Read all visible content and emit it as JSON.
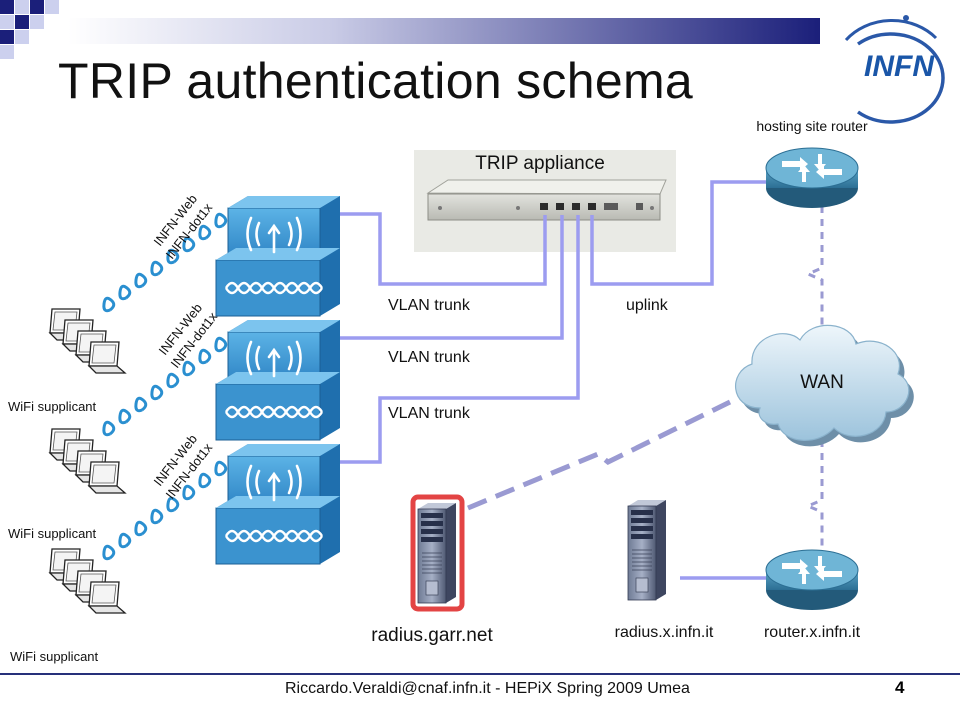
{
  "slide": {
    "title": "TRIP authentication schema",
    "footer": "Riccardo.Veraldi@cnaf.infn.it  - HEPiX Spring 2009 Umea",
    "page_number": "4"
  },
  "logo": {
    "text": "INFN"
  },
  "labels": {
    "trip_appliance": "TRIP appliance",
    "hosting_site_router": "hosting site router",
    "wan": "WAN",
    "vlan_trunk_1": "VLAN trunk",
    "vlan_trunk_2": "VLAN trunk",
    "vlan_trunk_3": "VLAN trunk",
    "uplink": "uplink",
    "radius_garr": "radius.garr.net",
    "radius_local": "radius.x.infn.it",
    "router_local": "router.x.infn.it",
    "wifi_supplicant_1": "WiFi supplicant",
    "wifi_supplicant_2": "WiFi supplicant",
    "wifi_supplicant_3": "WiFi supplicant",
    "ssid_web_1": "INFN-Web",
    "ssid_dot1x_1": "INFN-dot1x",
    "ssid_web_2": "INFN-Web",
    "ssid_dot1x_2": "INFN-dot1x",
    "ssid_web_3": "INFN-Web",
    "ssid_dot1x_3": "INFN-dot1x"
  },
  "colors": {
    "link_lavender": "#9c9cf0",
    "dashed_link": "#9a9ad2",
    "access_point_blue": "#3f96d2",
    "wifi_wave": "#2a8fd0",
    "router_blue": "#3d8aaf",
    "highlight_red": "#e03030",
    "logo_blue": "#1a56a8"
  }
}
